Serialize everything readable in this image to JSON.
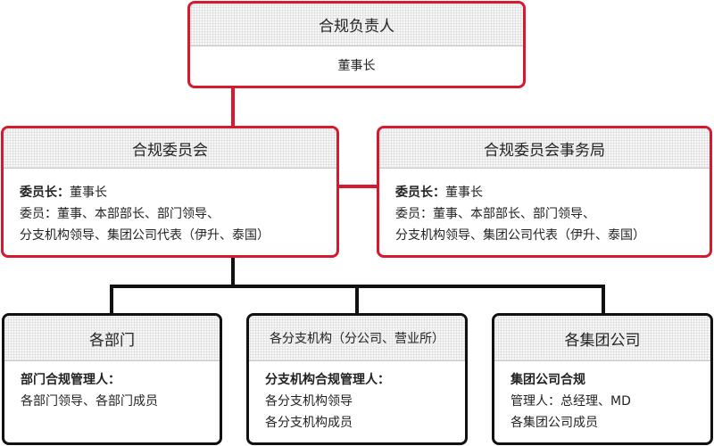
{
  "top": {
    "title": "合规负责人",
    "body": "董事长"
  },
  "committee": {
    "title": "合规委员会",
    "chair_label": "委员长：",
    "chair_value": "董事长",
    "members_line1": "委员：董事、本部部长、部门领导、",
    "members_line2": "分支机构领导、集团公司代表（伊升、泰国）"
  },
  "office": {
    "title": "合规委员会事务局",
    "chair_label": "委员长：",
    "chair_value": "董事长",
    "members_line1": "委员：董事、本部部长、部门领导、",
    "members_line2": "分支机构领导、集团公司代表（伊升、泰国）"
  },
  "departments": {
    "title": "各部门",
    "label": "部门合规管理人：",
    "line1": "各部门领导、各部门成员"
  },
  "branches": {
    "title": "各分支机构（分公司、营业所）",
    "label": "分支机构合规管理人：",
    "line1": "各分支机构领导",
    "line2": "各分支机构成员"
  },
  "group": {
    "title": "各集团公司",
    "label": "集团公司合规",
    "line1": "管理人：总经理、MD",
    "line2": "各集团公司成员"
  },
  "colors": {
    "accent": "#d7192f",
    "dark": "#111111"
  }
}
